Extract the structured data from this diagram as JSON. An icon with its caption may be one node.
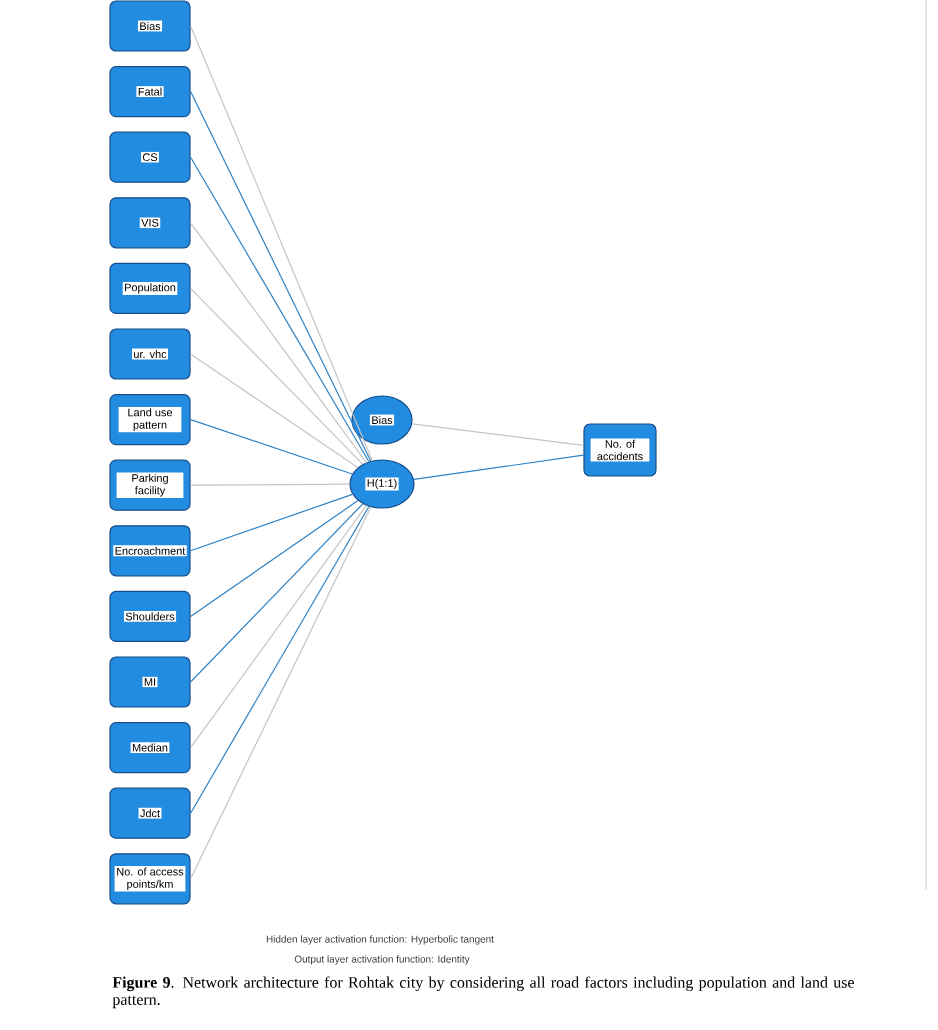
{
  "diagram": {
    "caption": "**Figure 9**. Network architecture for Rohtak city by considering all road factors including population and land use pattern.",
    "nodes": [
      {
        "text": [
          "Bias"
        ]
      },
      {
        "text": [
          "Fatal"
        ]
      },
      {
        "text": [
          "CS"
        ]
      },
      {
        "text": [
          "VIS"
        ]
      },
      {
        "text": [
          "Population"
        ]
      },
      {
        "text": [
          "ur. vhc"
        ]
      },
      {
        "text": [
          "Land use pattern"
        ]
      },
      {
        "text": [
          "Parking facility"
        ]
      },
      {
        "text": [
          "Encroachment"
        ]
      },
      {
        "text": [
          "Shoulders"
        ]
      },
      {
        "text": [
          "MI"
        ]
      },
      {
        "text": [
          "Median"
        ]
      },
      {
        "text": [
          "Jdct"
        ]
      },
      {
        "text": [
          "No. of access points/km"
        ]
      },
      {
        "text": [
          "Bias"
        ]
      },
      {
        "text": [
          "H(1:1)"
        ]
      },
      {
        "text": [
          "No. of accidents"
        ]
      }
    ],
    "edges": [
      {
        "from": 0,
        "to": 15,
        "arrow": "none"
      },
      {
        "from": 1,
        "to": 15,
        "arrow": "none",
        "color": "#2f82c4"
      },
      {
        "from": 2,
        "to": 15,
        "arrow": "none",
        "color": "#2f82c4"
      },
      {
        "from": 3,
        "to": 15,
        "arrow": "none"
      },
      {
        "from": 4,
        "to": 15,
        "arrow": "none"
      },
      {
        "from": 5,
        "to": 15,
        "arrow": "none"
      },
      {
        "from": 6,
        "to": 15,
        "arrow": "none",
        "color": "#2f82c4"
      },
      {
        "from": 7,
        "to": 15,
        "arrow": "none"
      },
      {
        "from": 8,
        "to": 15,
        "arrow": "none",
        "color": "#2f82c4"
      },
      {
        "from": 9,
        "to": 15,
        "arrow": "none",
        "color": "#2f82c4"
      },
      {
        "from": 10,
        "to": 15,
        "arrow": "none",
        "color": "#2f82c4"
      },
      {
        "from": 11,
        "to": 15,
        "arrow": "none"
      },
      {
        "from": 12,
        "to": 15,
        "arrow": "none",
        "color": "#2f82c4"
      },
      {
        "from": 13,
        "to": 15,
        "arrow": "none"
      },
      {
        "from": 14,
        "to": 16,
        "arrow": "none"
      },
      {
        "from": 15,
        "to": 16,
        "arrow": "none",
        "color": "#2f82c4"
      }
    ],
    "labels": [
      "Hidden layer activation function: Hyperbolic tangent",
      "Output layer activation function: Identity"
    ]
  }
}
